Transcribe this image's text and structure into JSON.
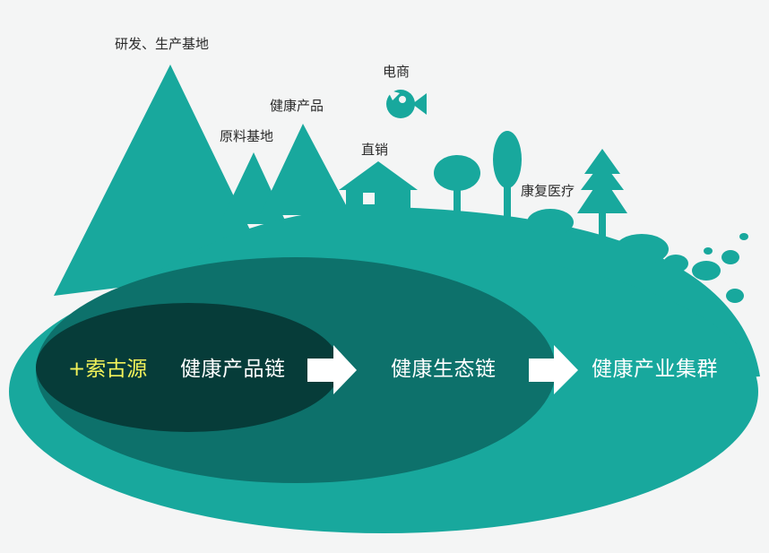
{
  "colors": {
    "background": "#f4f5f5",
    "teal": "#18a89d",
    "mid": "#0d716b",
    "dark": "#063c39",
    "brand_text": "#f2f25a"
  },
  "labels": {
    "rnd_base": "研发、生产基地",
    "ecommerce": "电商",
    "health_products": "健康产品",
    "raw_material_base": "原料基地",
    "direct_sales": "直销",
    "rehab_medical": "康复医疗"
  },
  "chain": {
    "brand": "+索古源",
    "product_chain": "健康产品链",
    "ecology_chain": "健康生态链",
    "industry_cluster": "健康产业集群"
  },
  "icons": [
    "fish-icon",
    "house-icon",
    "tree-icon",
    "pine-tree-icon",
    "arrow-right-icon"
  ]
}
